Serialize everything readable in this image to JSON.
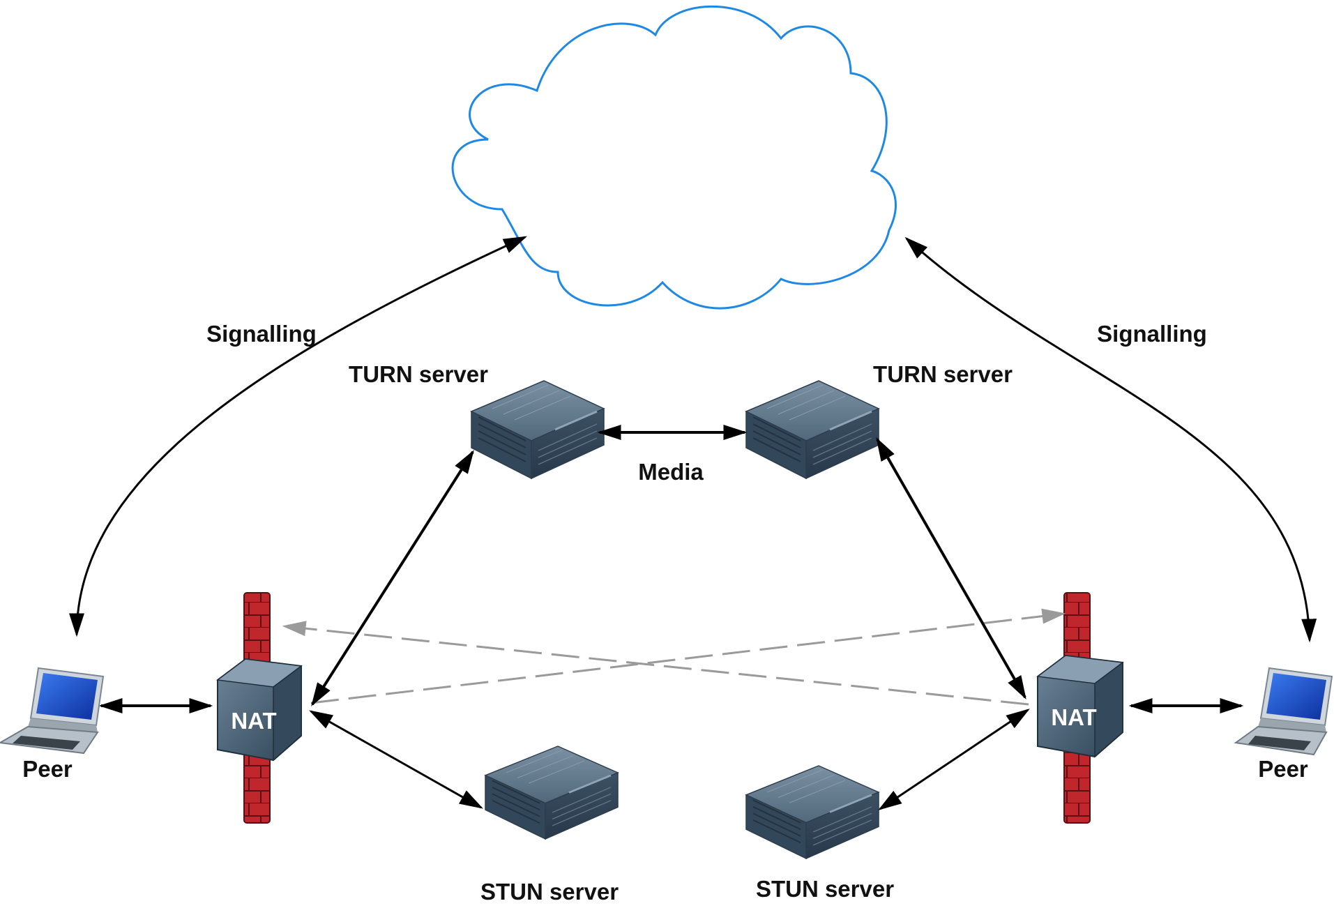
{
  "labels": {
    "signalling_left": "Signalling",
    "signalling_right": "Signalling",
    "turn_left": "TURN server",
    "turn_right": "TURN server",
    "media": "Media",
    "stun_left": "STUN server",
    "stun_right": "STUN server",
    "peer_left": "Peer",
    "peer_right": "Peer",
    "nat_left": "NAT",
    "nat_right": "NAT"
  },
  "icons": {
    "cloud": "cloud-icon",
    "server": "server-icon",
    "nat": "nat-router-icon",
    "firewall": "firewall-icon",
    "laptop": "laptop-icon"
  },
  "colors": {
    "cloud_outline": "#1e88e5",
    "firewall_red": "#c0272d",
    "server_body": "#3f5466",
    "arrow": "#000000",
    "dashed_arrow": "#9a9a9a"
  }
}
